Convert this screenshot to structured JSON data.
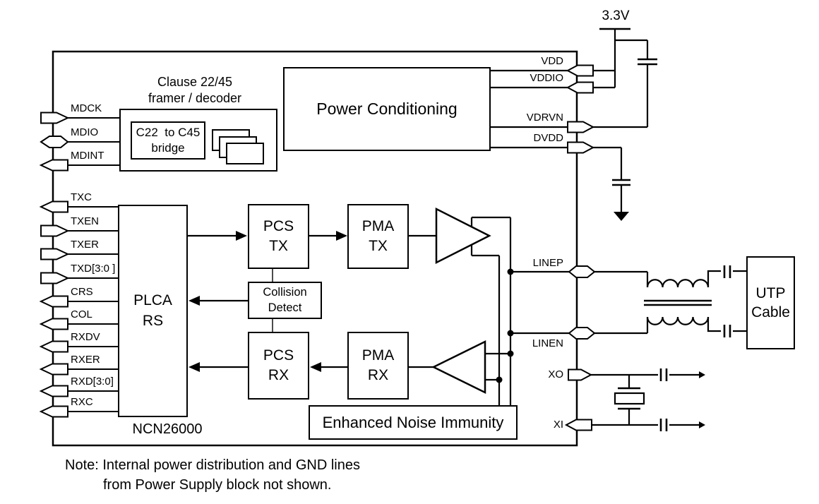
{
  "colors": {
    "line": "#000000",
    "background": "#ffffff",
    "block_fill": "#ffffff"
  },
  "chip": {
    "name": "NCN26000"
  },
  "supply": {
    "rail_label": "3.3V"
  },
  "blocks": {
    "clause_framer": {
      "line1": "Clause 22/45",
      "line2": "framer / decoder"
    },
    "c22_bridge": {
      "line1": "C22  to C45",
      "line2": "bridge"
    },
    "power_conditioning": {
      "label": "Power Conditioning"
    },
    "plca_rs": {
      "line1": "PLCA",
      "line2": "RS"
    },
    "pcs_tx": {
      "line1": "PCS",
      "line2": "TX"
    },
    "pma_tx": {
      "line1": "PMA",
      "line2": "TX"
    },
    "collision_detect": {
      "line1": "Collision",
      "line2": "Detect"
    },
    "pcs_rx": {
      "line1": "PCS",
      "line2": "RX"
    },
    "pma_rx": {
      "line1": "PMA",
      "line2": "RX"
    },
    "enhanced_noise_immunity": {
      "label": "Enhanced Noise Immunity"
    },
    "utp_cable": {
      "line1": "UTP",
      "line2": "Cable"
    }
  },
  "pins": {
    "left": [
      {
        "label": "MDCK",
        "direction": "input"
      },
      {
        "label": "MDIO",
        "direction": "bidirectional"
      },
      {
        "label": "MDINT",
        "direction": "output"
      },
      {
        "label": "TXC",
        "direction": "output"
      },
      {
        "label": "TXEN",
        "direction": "input"
      },
      {
        "label": "TXER",
        "direction": "input"
      },
      {
        "label": "TXD[3:0 ]",
        "direction": "input"
      },
      {
        "label": "CRS",
        "direction": "output"
      },
      {
        "label": "COL",
        "direction": "output"
      },
      {
        "label": "RXDV",
        "direction": "output"
      },
      {
        "label": "RXER",
        "direction": "output"
      },
      {
        "label": "RXD[3:0]",
        "direction": "output"
      },
      {
        "label": "RXC",
        "direction": "output"
      }
    ],
    "right": [
      {
        "label": "VDD",
        "direction": "input"
      },
      {
        "label": "VDDIO",
        "direction": "input"
      },
      {
        "label": "VDRVN",
        "direction": "output"
      },
      {
        "label": "DVDD",
        "direction": "output"
      },
      {
        "label": "LINEP",
        "direction": "bidirectional"
      },
      {
        "label": "LINEN",
        "direction": "bidirectional"
      },
      {
        "label": "XO",
        "direction": "output"
      },
      {
        "label": "XI",
        "direction": "input"
      }
    ]
  },
  "note": {
    "line1": "Note: Internal power distribution and GND lines",
    "line2": "from Power Supply block not shown."
  }
}
